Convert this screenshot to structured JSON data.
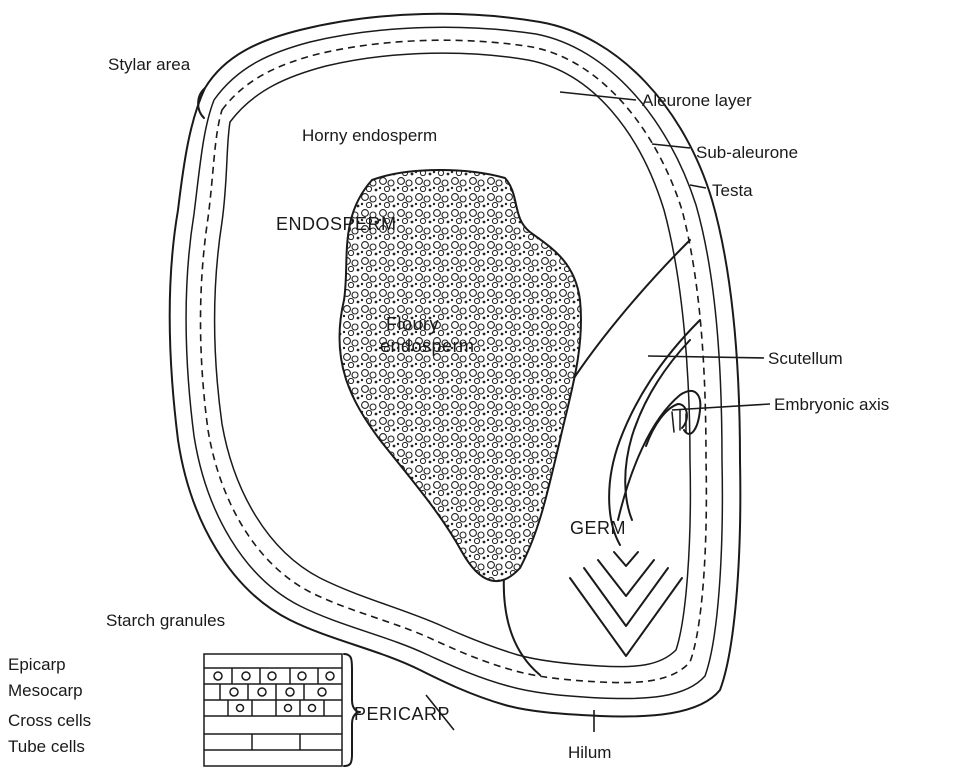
{
  "diagram": {
    "labels": {
      "stylar_area": "Stylar area",
      "aleurone_layer": "Aleurone layer",
      "sub_aleurone": "Sub-aleurone",
      "testa": "Testa",
      "horny_endosperm": "Horny endosperm",
      "endosperm": "ENDOSPERM",
      "floury_line1": "Floury",
      "floury_line2": "endosperm",
      "scutellum": "Scutellum",
      "embryonic_axis": "Embryonic axis",
      "germ": "GERM",
      "starch_granules": "Starch granules",
      "epicarp": "Epicarp",
      "mesocarp": "Mesocarp",
      "cross_cells": "Cross cells",
      "tube_cells": "Tube cells",
      "pericarp": "PERICARP",
      "hilum": "Hilum"
    }
  }
}
